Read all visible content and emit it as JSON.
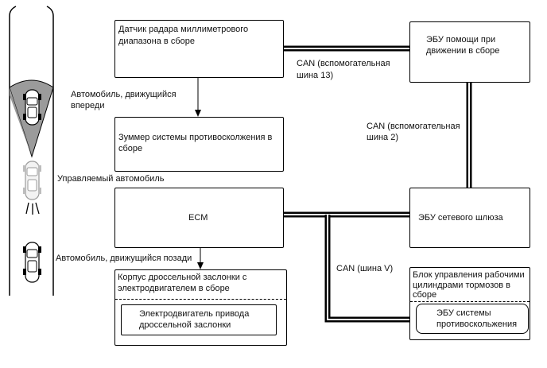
{
  "labels": {
    "radar": [
      "Датчик радара миллиметрового",
      "диапазона в сборе"
    ],
    "assist_ecu": [
      "ЭБУ помощи при",
      "движении в сборе"
    ],
    "buzzer": [
      "Зуммер системы противосколжения в",
      "сборе"
    ],
    "ecm": "ECM",
    "gateway": "ЭБУ сетевого шлюза",
    "throttle_body": [
      "Корпус дроссельной заслонки с",
      "электродвигателем в сборе"
    ],
    "throttle_motor": [
      "Электродвигатель привода",
      "дроссельной заслонки"
    ],
    "brake_block": [
      "Блок управления рабочими",
      "цилиндрами тормозов в",
      "сборе"
    ],
    "antiskid_ecu": [
      "ЭБУ системы",
      "противоскольжения"
    ],
    "can13": [
      "CAN (вспомогательная",
      "шина 13)"
    ],
    "can2": [
      "CAN (вспомогательная",
      "шина 2)"
    ],
    "canv": "CAN (шина V)",
    "car_front": [
      "Автомобиль, движущийся",
      "впереди"
    ],
    "car_own": "Управляемый автомобиль",
    "car_behind": "Автомобиль, движущийся позади"
  }
}
